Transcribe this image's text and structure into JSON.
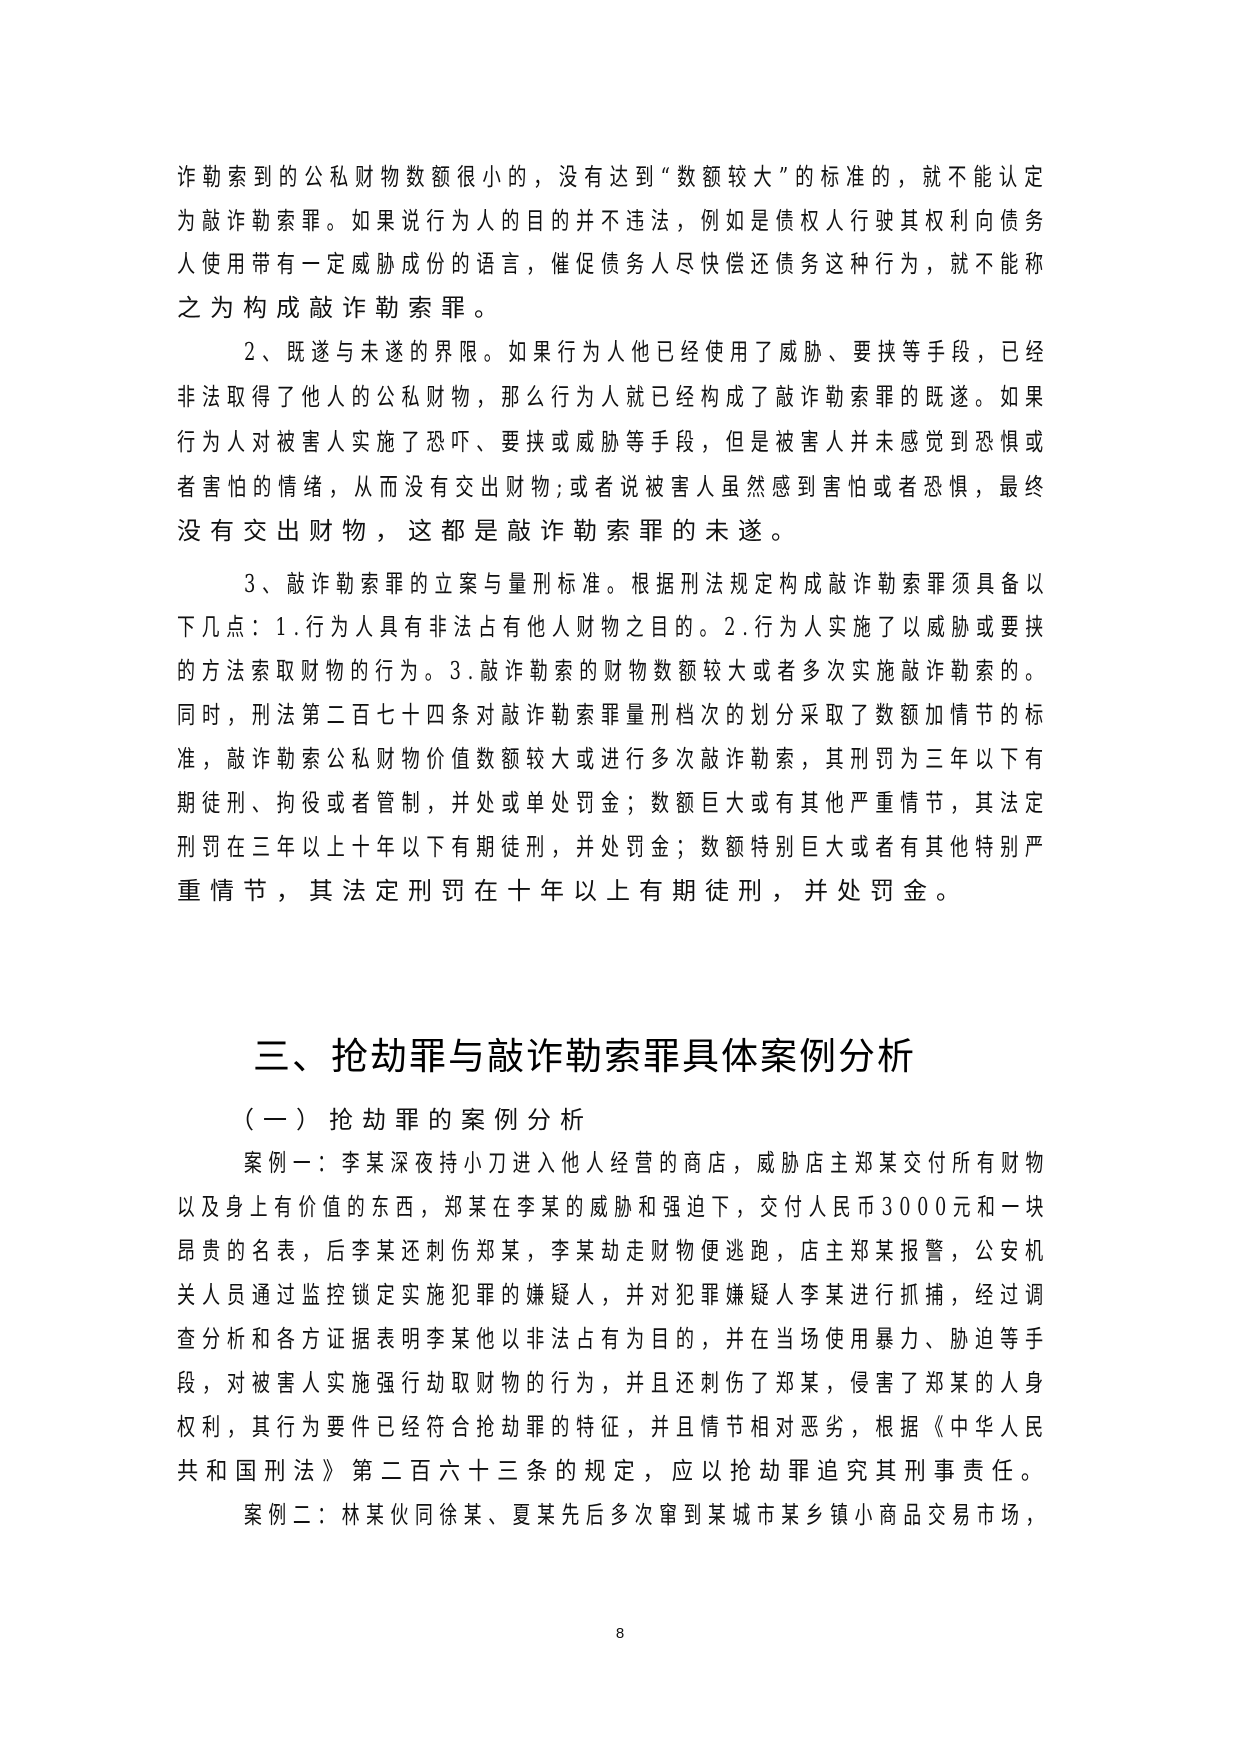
{
  "document": {
    "paragraph_1": {
      "lines": [
        "诈勒索到的公私财物数额很小的，没有达到“数额较大”的标准的，就不能认定",
        "为敲诈勒索罪。如果说行为人的目的并不违法，例如是债权人行驶其权利向债务",
        "人使用带有一定威胁成份的语言，催促债务人尽快偿还债务这种行为，就不能称",
        "之为构成敲诈勒索罪。"
      ]
    },
    "paragraph_2": {
      "lines": [
        "2、既遂与未遂的界限。如果行为人他已经使用了威胁、要挟等手段，已经",
        "非法取得了他人的公私财物，那么行为人就已经构成了敲诈勒索罪的既遂。如果",
        "行为人对被害人实施了恐吓、要挟或威胁等手段，但是被害人并未感觉到恐惧或",
        "者害怕的情绪，从而没有交出财物;或者说被害人虽然感到害怕或者恐惧，最终",
        "没有交出财物，这都是敲诈勒索罪的未遂。"
      ]
    },
    "paragraph_3": {
      "lines": [
        "3、敲诈勒索罪的立案与量刑标准。根据刑法规定构成敲诈勒索罪须具备以",
        "下几点：1.行为人具有非法占有他人财物之目的。2.行为人实施了以威胁或要挟",
        "的方法索取财物的行为。3.敲诈勒索的财物数额较大或者多次实施敲诈勒索的。",
        "同时，刑法第二百七十四条对敲诈勒索罪量刑档次的划分采取了数额加情节的标",
        "准，敲诈勒索公私财物价值数额较大或进行多次敲诈勒索，其刑罚为三年以下有",
        "期徒刑、拘役或者管制，并处或单处罚金；数额巨大或有其他严重情节，其法定",
        "刑罚在三年以上十年以下有期徒刑，并处罚金；数额特别巨大或者有其他特别严",
        "重情节，其法定刑罚在十年以上有期徒刑，并处罚金。"
      ]
    },
    "section_heading": "三、抢劫罪与敲诈勒索罪具体案例分析",
    "subsection_heading": "（一）抢劫罪的案例分析",
    "case_1": {
      "lines": [
        "案例一：李某深夜持小刀进入他人经营的商店，威胁店主郑某交付所有财物",
        "以及身上有价值的东西，郑某在李某的威胁和强迫下，交付人民币3000元和一块",
        "昂贵的名表，后李某还刺伤郑某，李某劫走财物便逃跑，店主郑某报警，公安机",
        "关人员通过监控锁定实施犯罪的嫌疑人，并对犯罪嫌疑人李某进行抓捕，经过调",
        "查分析和各方证据表明李某他以非法占有为目的，并在当场使用暴力、胁迫等手",
        "段，对被害人实施强行劫取财物的行为，并且还刺伤了郑某，侵害了郑某的人身",
        "权利，其行为要件已经符合抢劫罪的特征，并且情节相对恶劣，根据《中华人民",
        "共和国刑法》第二百六十三条的规定，应以抢劫罪追究其刑事责任。"
      ]
    },
    "case_2": {
      "lines": [
        "案例二：林某伙同徐某、夏某先后多次窜到某城市某乡镇小商品交易市场，"
      ]
    },
    "page_number": "8"
  }
}
